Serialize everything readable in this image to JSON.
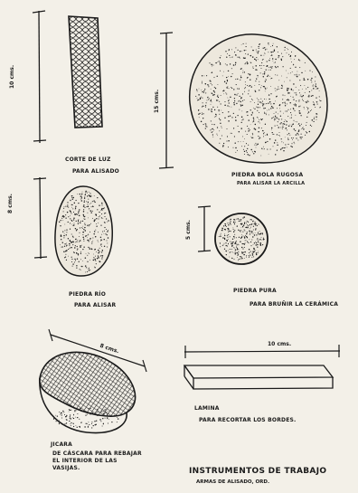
{
  "items": [
    {
      "dimension": "10 cms.",
      "name": "corte de luz",
      "use": "para alisado"
    },
    {
      "dimension": "15 cms.",
      "name": "piedra bola rugosa",
      "use": "para alisar la arcilla"
    },
    {
      "dimension": "8 cms.",
      "name": "piedra río",
      "use": "para alisar"
    },
    {
      "dimension": "5 cms.",
      "name": "piedra pura",
      "use": "para bruñir la cerámica"
    },
    {
      "dimension": "8 cms.",
      "name": "jicara",
      "use": "de cáscara para rebajar el interior de las vasijas."
    },
    {
      "dimension": "10 cms.",
      "name": "lamina",
      "use": "para recortar los bordes."
    }
  ],
  "footer": {
    "title": "INSTRUMENTOS DE TRABAJO",
    "subtitle": "armas de alisado, ord."
  },
  "colors": {
    "ink": "#1a1a1a",
    "paper": "#f3f0e8"
  }
}
